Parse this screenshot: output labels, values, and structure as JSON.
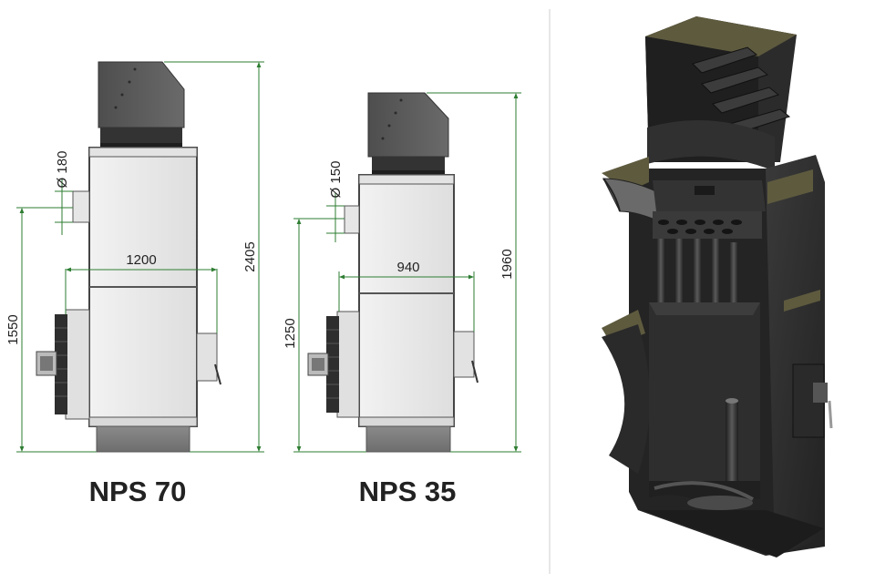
{
  "diagram": {
    "left_unit": {
      "model": "NPS 70",
      "dims": {
        "flue_diameter": "Ø 180",
        "width": "1200",
        "total_height": "2405",
        "inlet_height": "1550"
      }
    },
    "middle_unit": {
      "model": "NPS 35",
      "dims": {
        "flue_diameter": "Ø 150",
        "width": "940",
        "total_height": "1960",
        "inlet_height": "1250"
      }
    }
  },
  "colors": {
    "dimension_line": "#2e7d32",
    "panel": "#ebebeb",
    "frame": "#4a4a4a",
    "dark_metal": "#555555",
    "insulation": "#5e5a3e",
    "steel": "#2c2c2c"
  }
}
